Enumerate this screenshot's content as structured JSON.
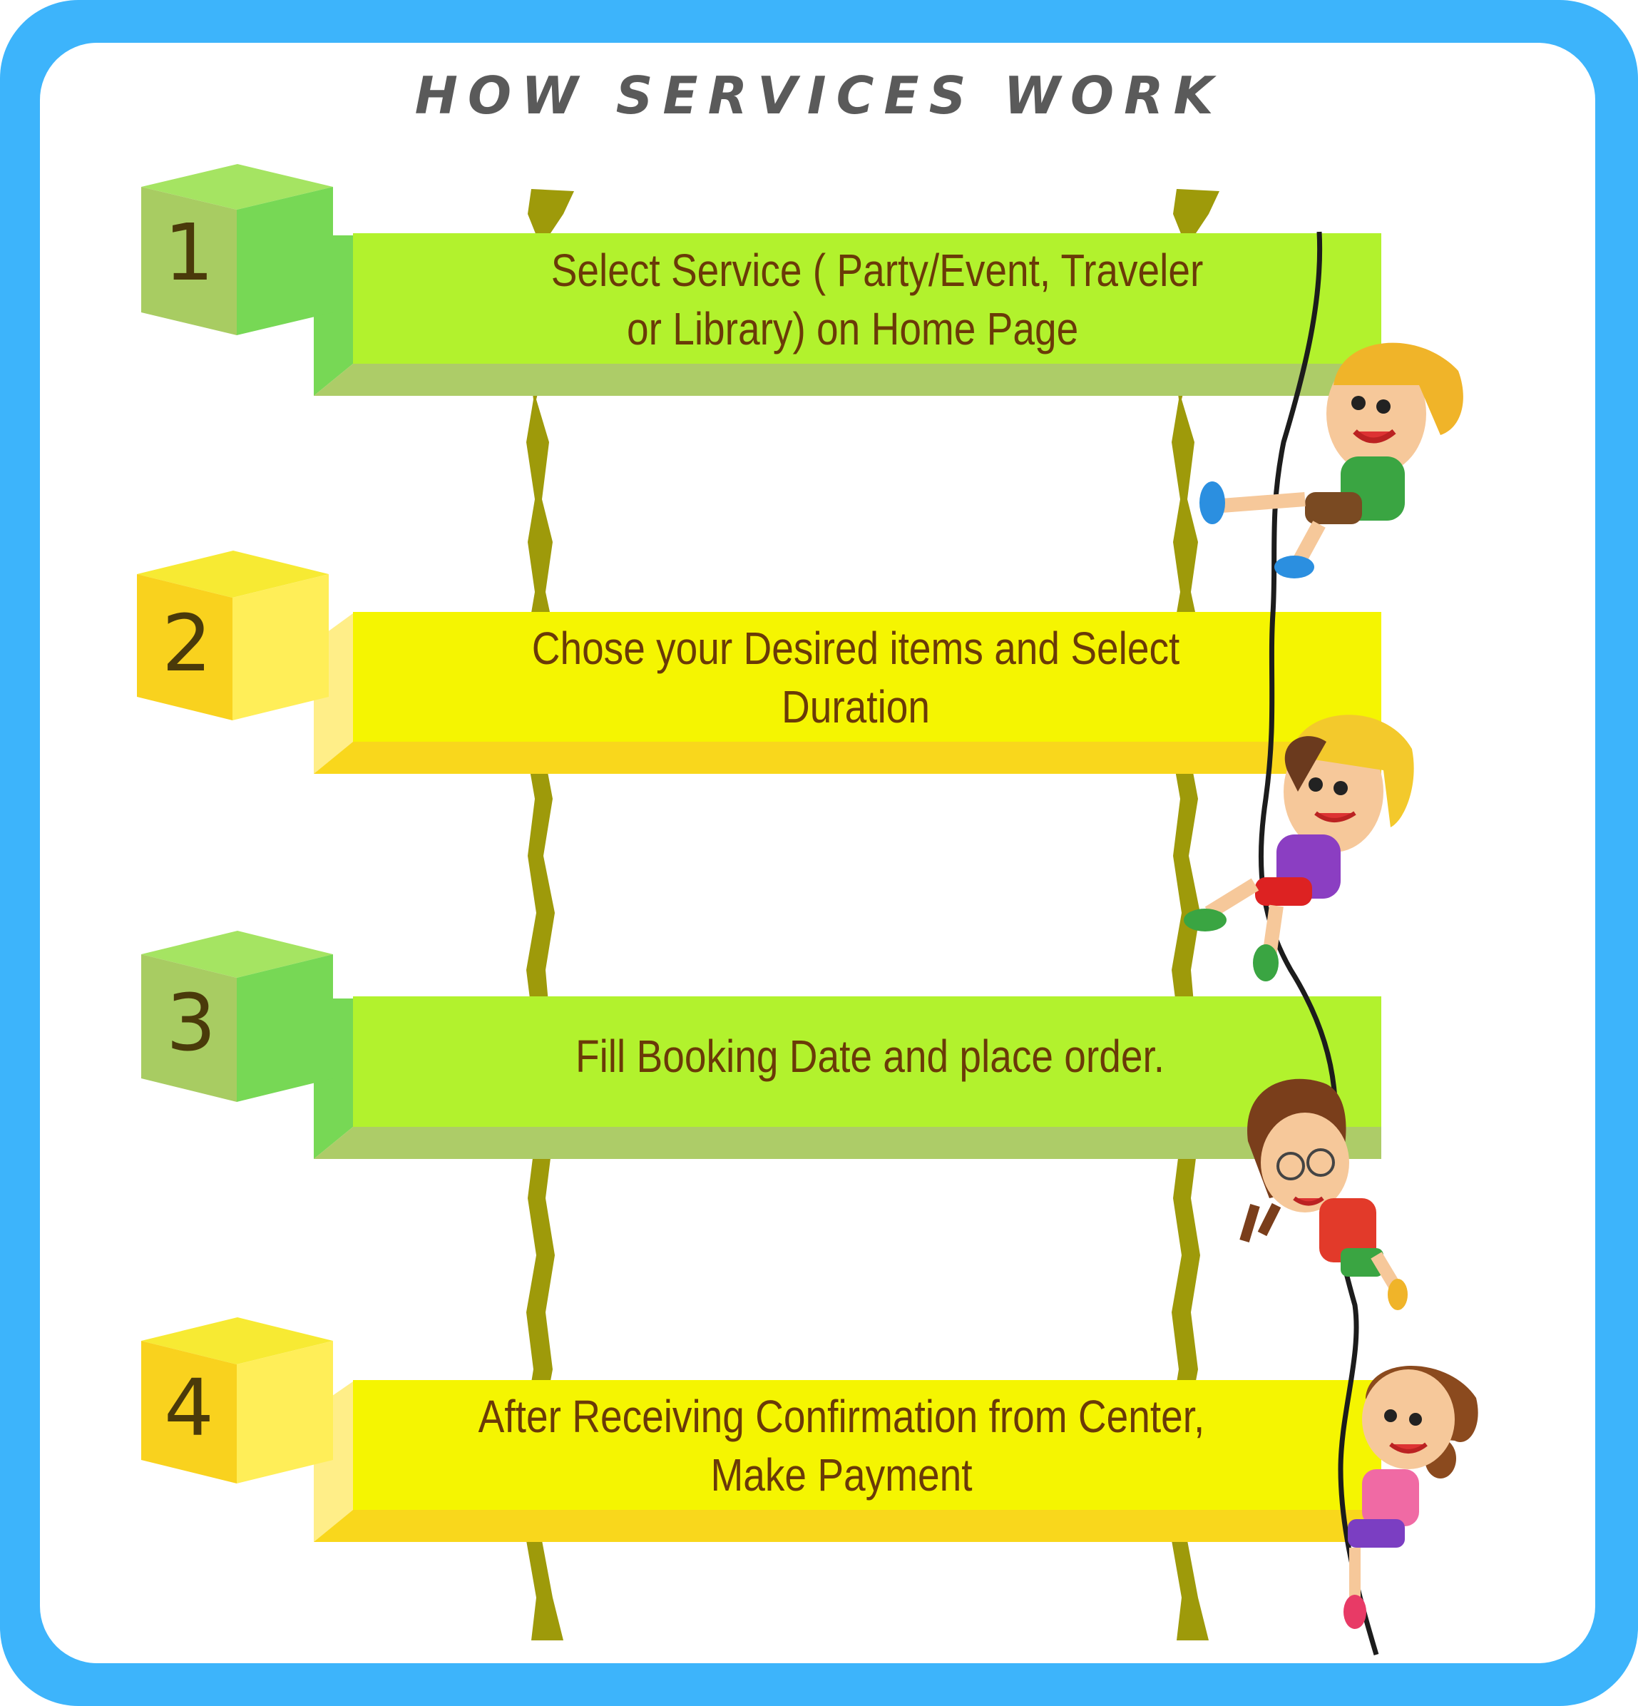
{
  "title": "HOW SERVICES WORK",
  "steps": [
    {
      "number": "1",
      "lines": [
        "Select  Service ( Party/Event, Traveler",
        "or  Library) on Home Page"
      ]
    },
    {
      "number": "2",
      "lines": [
        "Chose your Desired items  and Select",
        "Duration"
      ]
    },
    {
      "number": "3",
      "lines": [
        "Fill Booking Date and place order."
      ]
    },
    {
      "number": "4",
      "lines": [
        "After Receiving Confirmation from Center,",
        "Make Payment"
      ]
    }
  ],
  "colors": {
    "frame": "#3db4fb",
    "green_face": "#b2f22d",
    "green_side": "#77d855",
    "green_shade": "#adcc68",
    "yellow_face": "#f5f501",
    "yellow_side": "#ffee58",
    "yellow_shade": "#f9d71c",
    "text": "#6a3a08",
    "pole": "#9e9a0a"
  },
  "icons": [
    "rope-icon",
    "child-climber-icon"
  ]
}
